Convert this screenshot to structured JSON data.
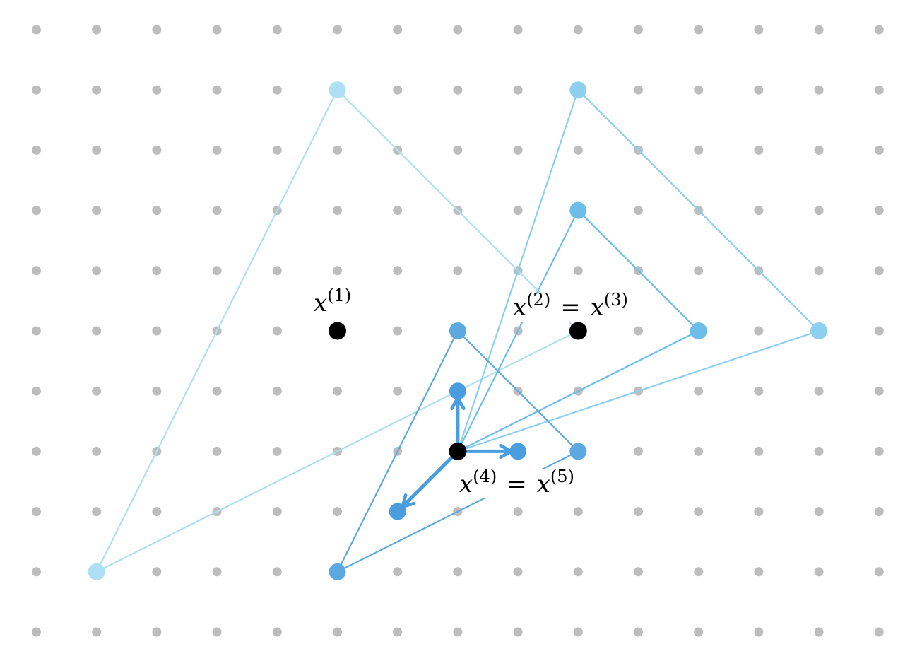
{
  "diagram": {
    "grid": {
      "cols": 15,
      "rows": 11,
      "dot_color": "#bdbdbd"
    },
    "colors": {
      "simplex_1": "#aee0f4",
      "simplex_2": "#8dd0ee",
      "simplex_3": "#6cbde9",
      "simplex_4": "#5ba9e0",
      "step_arrows": "#4a9ddf",
      "iterate": "#000000"
    },
    "simplices": [
      {
        "name": "simplex-1",
        "color_key": "simplex_1",
        "vertices": [
          [
            5,
            1
          ],
          [
            1,
            9
          ],
          [
            9,
            5
          ]
        ]
      },
      {
        "name": "simplex-2",
        "color_key": "simplex_2",
        "vertices": [
          [
            9,
            1
          ],
          [
            7,
            7
          ],
          [
            13,
            5
          ]
        ]
      },
      {
        "name": "simplex-3",
        "color_key": "simplex_3",
        "vertices": [
          [
            9,
            3
          ],
          [
            7,
            7
          ],
          [
            11,
            5
          ]
        ]
      },
      {
        "name": "simplex-4",
        "color_key": "simplex_4",
        "vertices": [
          [
            7,
            5
          ],
          [
            5,
            9
          ],
          [
            9,
            7
          ]
        ]
      }
    ],
    "steps": {
      "origin": [
        7,
        7
      ],
      "targets": [
        [
          7,
          6
        ],
        [
          8,
          7
        ],
        [
          6,
          8
        ]
      ]
    },
    "iterates": [
      [
        5,
        5
      ],
      [
        9,
        5
      ],
      [
        7,
        7
      ]
    ],
    "labels": [
      {
        "name": "label-x1",
        "base": "x",
        "sup": "(1)",
        "anchor": [
          5,
          5
        ]
      },
      {
        "name": "label-x2-x3",
        "base": "x",
        "sup": "(2)",
        "eq": "=",
        "base2": "x",
        "sup2": "(3)",
        "anchor": [
          9,
          5
        ]
      },
      {
        "name": "label-x4-x5",
        "base": "x",
        "sup": "(4)",
        "eq": "=",
        "base2": "x",
        "sup2": "(5)",
        "anchor": [
          7,
          7
        ]
      }
    ]
  }
}
